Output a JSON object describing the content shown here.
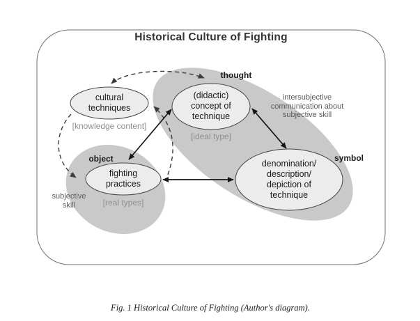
{
  "title": "Historical Culture of Fighting",
  "caption": "Fig. 1 Historical Culture of Fighting (Author's diagram).",
  "region_labels": {
    "thought": "thought",
    "object": "object",
    "symbol": "symbol"
  },
  "nodes": {
    "cultural_techniques": {
      "line1": "cultural",
      "line2": "techniques",
      "sublabel": "[knowledge content]"
    },
    "didactic_concept": {
      "line1": "(didactic)",
      "line2": "concept of",
      "line3": "technique",
      "sublabel": "[ideal type]"
    },
    "fighting_practices": {
      "line1": "fighting",
      "line2": "practices",
      "sublabel": "[real types]"
    },
    "denomination": {
      "line1": "denomination/",
      "line2": "description/",
      "line3": "depiction of",
      "line4": "technique"
    }
  },
  "annotations": {
    "intersubjective": {
      "line1": "intersubjective",
      "line2": "communication about",
      "line3": "subjective skill"
    },
    "subjective_skill": {
      "line1": "subjective",
      "line2": "skill"
    }
  },
  "colors": {
    "canvas-bg": "#ffffff",
    "frame-border": "#6f6f6f",
    "region-fill": "#c9c9c9",
    "node-fill": "#ececec",
    "node-stroke": "#454545",
    "arrow": "#151515",
    "dashed-arrow": "#3c3c3c",
    "text": "#1c1c1c",
    "muted-text": "#8f8f8f",
    "annotation-text": "#595959",
    "title-text": "#343434"
  }
}
